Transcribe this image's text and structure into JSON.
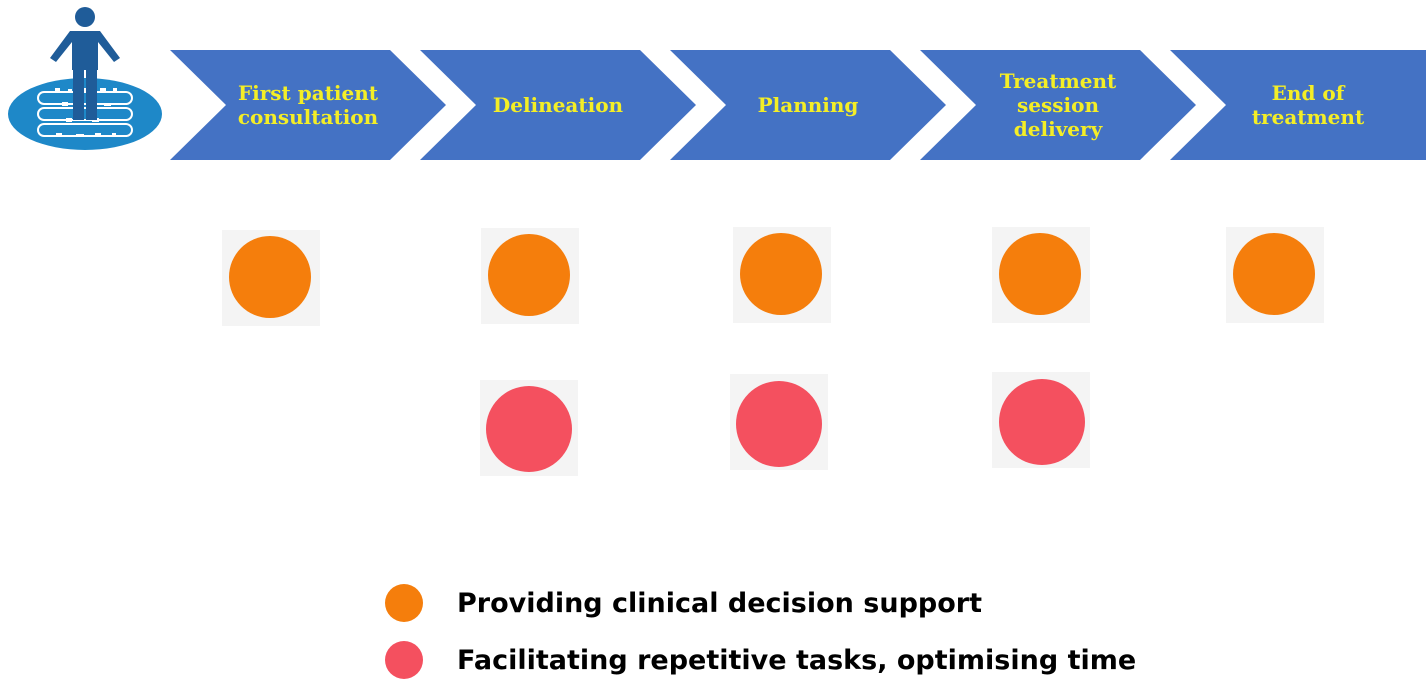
{
  "colors": {
    "chevron": "#4472c4",
    "label": "#f4ee26",
    "decision_support": "#f57e0c",
    "repetitive_tasks": "#f4505f"
  },
  "patient": {
    "icon": "person-on-records-icon"
  },
  "steps": [
    {
      "label": "First patient\nconsultation",
      "decision_support": true,
      "repetitive_tasks": false
    },
    {
      "label": "Delineation",
      "decision_support": true,
      "repetitive_tasks": true
    },
    {
      "label": "Planning",
      "decision_support": true,
      "repetitive_tasks": true
    },
    {
      "label": "Treatment\nsession\ndelivery",
      "decision_support": true,
      "repetitive_tasks": true
    },
    {
      "label": "End of\ntreatment",
      "decision_support": true,
      "repetitive_tasks": false
    }
  ],
  "legend": [
    {
      "label": "Providing clinical decision support",
      "color_key": "decision_support"
    },
    {
      "label": "Facilitating repetitive tasks, optimising time",
      "color_key": "repetitive_tasks"
    }
  ]
}
